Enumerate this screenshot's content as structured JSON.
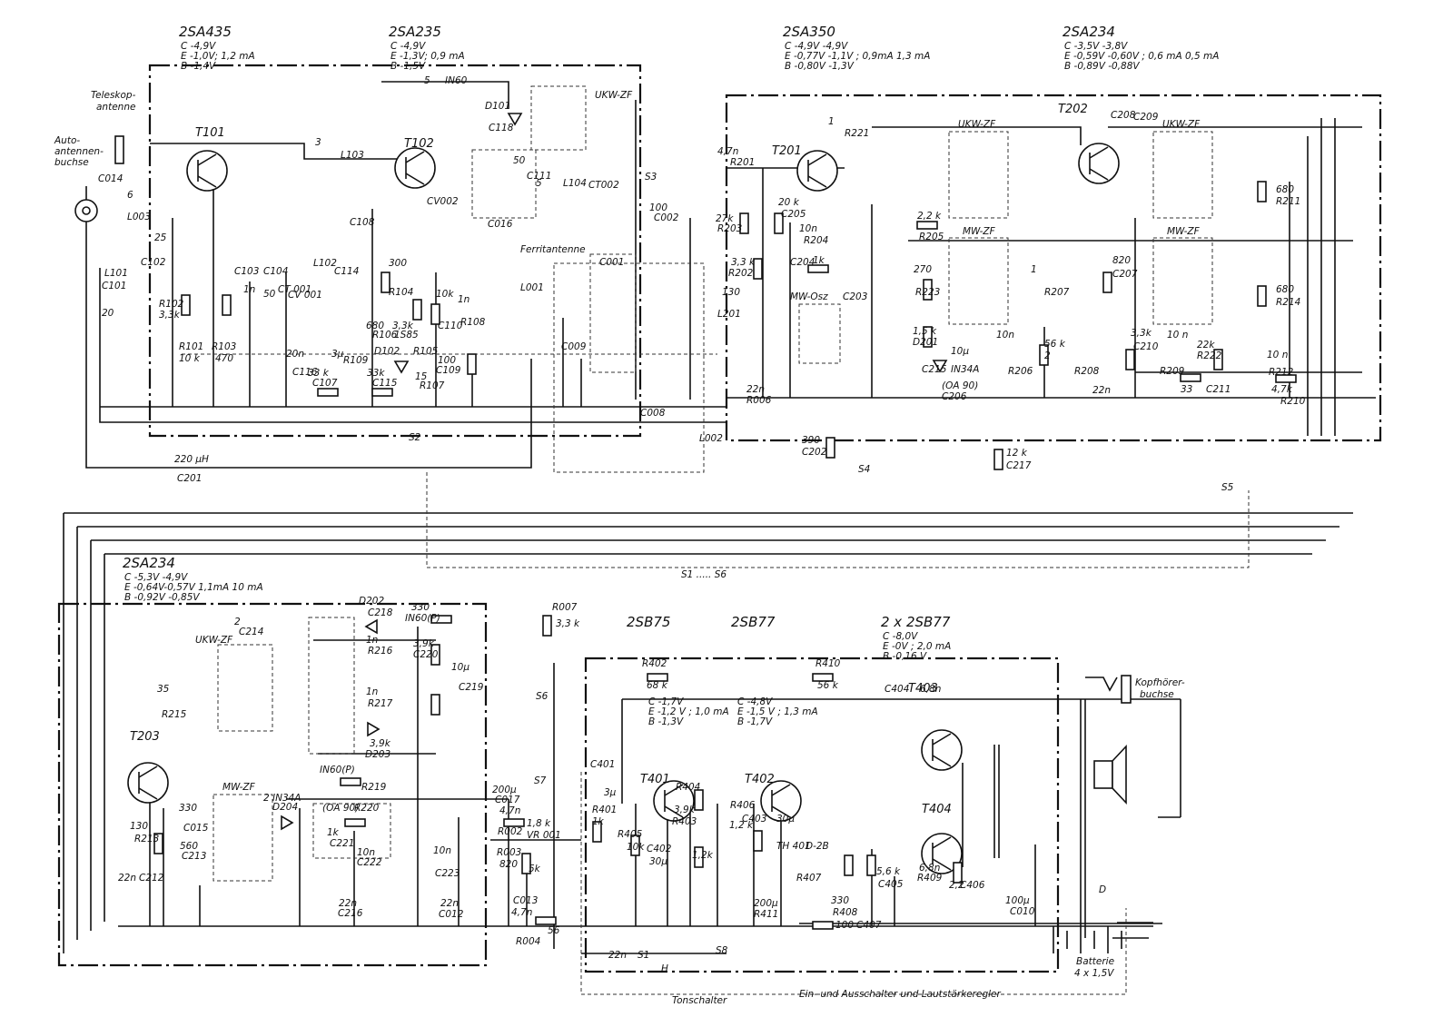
{
  "headers": [
    {
      "id": "h1",
      "title": "2SA435",
      "bias": [
        "C  -4,9V",
        "E  -1,0V; 1,2 mA",
        "B  -1,4V"
      ]
    },
    {
      "id": "h2",
      "title": "2SA235",
      "bias": [
        "C  -4,9V",
        "E  -1,3V; 0,9 mA",
        "B  -1,5V"
      ]
    },
    {
      "id": "h3",
      "title": "2SA350",
      "bias": [
        "C  -4,9V  -4,9V",
        "E  -0,77V  -1,1V ; 0,9mA  1,3 mA",
        "B  -0,80V  -1,3V"
      ]
    },
    {
      "id": "h4",
      "title": "2SA234",
      "bias": [
        "C  -3,5V  -3,8V",
        "E  -0,59V  -0,60V ; 0,6 mA  0,5 mA",
        "B  -0,89V  -0,88V"
      ]
    },
    {
      "id": "h5",
      "title": "2SA234",
      "bias": [
        "C  -5,3V  -4,9V",
        "E  -0,64V-0,57V  1,1mA  10 mA",
        "B  -0,92V  -0,85V"
      ]
    },
    {
      "id": "h6",
      "title": "2SB75",
      "bias": []
    },
    {
      "id": "h7",
      "title": "2SB77",
      "bias": []
    },
    {
      "id": "h8",
      "title": "2 x 2SB77",
      "bias": [
        "C  -8,0V",
        "E  -0V ; 2,0 mA",
        "B  -0,16 V"
      ]
    },
    {
      "id": "h9",
      "title": "",
      "bias": [
        "C  -1,7V",
        "E  -1,2 V ; 1,0 mA",
        "B  -1,3V"
      ]
    },
    {
      "id": "h10",
      "title": "",
      "bias": [
        "C  -4,8V",
        "E  -1,5 V ; 1,3 mA",
        "B  -1,7V"
      ]
    }
  ],
  "notes": {
    "teleskop": [
      "Teleskop-",
      "antenne"
    ],
    "autoantenne": [
      "Auto-",
      "antennen-",
      "buchse"
    ],
    "ferrit": "Ferritantenne",
    "kopfhoerer": [
      "Kopfhörer-",
      "buchse"
    ],
    "batterie": [
      "Batterie",
      "4 x 1,5V"
    ],
    "tonschalter": "Tonschalter",
    "schalter": "Ein- und Ausschalter   und Lautstärkeregler",
    "switchgroup": "S1 ..... S6"
  },
  "blocks": {
    "ukwzf1": "UKW-ZF",
    "ukwzf2": "UKW-ZF",
    "ukwzf3": "UKW-ZF",
    "ukwzf4": "UKW-ZF",
    "mwzf1": "MW-ZF",
    "mwzf2": "MW-ZF",
    "mwzf3": "MW-ZF",
    "mwosz": "MW-Osz"
  },
  "labels": [
    "T101",
    "T102",
    "T201",
    "T202",
    "T203",
    "T401",
    "T402",
    "T403",
    "T404",
    "C014",
    "6",
    "L003",
    "C102",
    "25",
    "L101",
    "C101",
    "20",
    "R102",
    "3,3k",
    "R101",
    "10 k",
    "R103",
    "470",
    "C103",
    "1n",
    "C104",
    "50",
    "CT 001",
    "CV 001",
    "L102",
    "C114",
    "20n",
    "C116",
    "3μ",
    "R109",
    "33 k",
    "C107",
    "3",
    "L103",
    "C108",
    "300",
    "R104",
    "680",
    "R106",
    "3,3k",
    "1S85",
    "D102",
    "R105",
    "10k",
    "C110",
    "1n",
    "R108",
    "33k",
    "C115",
    "15",
    "R107",
    "100",
    "C109",
    "5",
    "IN60",
    "D101",
    "C118",
    "50",
    "C111",
    "5",
    "L104",
    "CT002",
    "CV002",
    "C016",
    "100",
    "C002",
    "L001",
    "C001",
    "C009",
    "C008",
    "L002",
    "220 μH",
    "C201",
    "4,7n",
    "R201",
    "27k",
    "R203",
    "3,3 k",
    "R202",
    "20 k",
    "C205",
    "10n",
    "R204",
    "1k",
    "C204",
    "130",
    "L201",
    "C203",
    "22n",
    "R006",
    "390",
    "C202",
    "1",
    "R221",
    "2,2 k",
    "R205",
    "270",
    "R223",
    "1,5 k",
    "D201",
    "C215",
    "10μ",
    "IN34A",
    "(OA 90)",
    "C206",
    "10n",
    "R206",
    "56 k",
    "2",
    "C208",
    "C209",
    "1",
    "R207",
    "820",
    "C207",
    "22n",
    "R208",
    "3,3k",
    "C210",
    "10 n",
    "R209",
    "22k",
    "R222",
    "33",
    "C211",
    "10 n",
    "R212",
    "4,7k",
    "R210",
    "680",
    "R211",
    "680",
    "R214",
    "12 k",
    "C217",
    "2",
    "C214",
    "35",
    "R215",
    "330",
    "IN60(P)",
    "D202",
    "C218",
    "1n",
    "R216",
    "3,9k",
    "C220",
    "10μ",
    "C219",
    "1n",
    "R217",
    "3,9k",
    "D203",
    "IN60(P)",
    "R219",
    "330",
    "C015",
    "130",
    "R213",
    "560",
    "C213",
    "22n",
    "C212",
    "2",
    "D204",
    "IN34A",
    "(OA 90)",
    "R220",
    "1k",
    "C221",
    "10n",
    "C222",
    "10n",
    "C223",
    "22n",
    "C216",
    "22n",
    "C012",
    "200μ",
    "C017",
    "4,7n",
    "R002",
    "1,8 k",
    "VR 001",
    "5k",
    "R003",
    "820",
    "C013",
    "4,7n",
    "R004",
    "56",
    "R007",
    "3,3 k",
    "R402",
    "68 k",
    "R410",
    "56 k",
    "C404",
    "6,8n",
    "C401",
    "3μ",
    "R401",
    "1k",
    "R405",
    "10k",
    "C402",
    "30μ",
    "R404",
    "3,9k",
    "R403",
    "1,2k",
    "R406",
    "1,2 k",
    "C403",
    "30μ",
    "TH 401",
    "D-2B",
    "R407",
    "330",
    "R408",
    "5,6 k",
    "C405",
    "6,8n",
    "R409",
    "2,2",
    "C406",
    "200μ",
    "R411",
    "100",
    "C407",
    "100μ",
    "C010",
    "22n",
    "S1",
    "S2",
    "S3",
    "S4",
    "S5",
    "S6",
    "S7",
    "S8",
    "D",
    "H"
  ]
}
